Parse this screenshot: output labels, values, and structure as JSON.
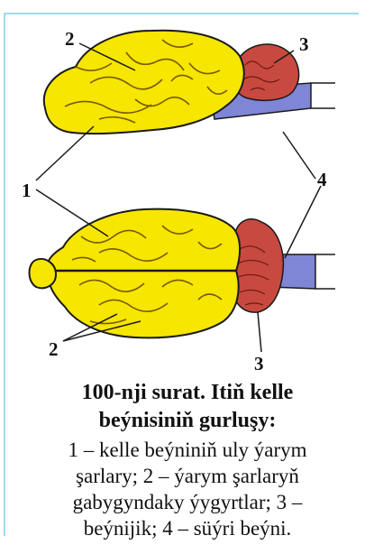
{
  "figure": {
    "labels": {
      "cerebral_hemispheres": "1",
      "sulci": "2",
      "cerebellum": "3",
      "medulla": "4"
    },
    "colors": {
      "hemispheres": "#f6e600",
      "cerebellum": "#c8493f",
      "medulla": "#7f86d6",
      "outline": "#1a1a1a",
      "frame": "#9fd9ef"
    }
  },
  "caption": {
    "title_line1": "100-nji surat. Itiň kelle",
    "title_line2": "beýnisiniň gurluşy:",
    "body_line1": "1 – kelle beýniniň uly ýarym",
    "body_line2": "şarlary; 2 – ýarym şarlaryň",
    "body_line3": "gabygyndaky ýygyrtlar; 3 –",
    "body_line4": "beýnijik; 4 – süýri beýni."
  }
}
